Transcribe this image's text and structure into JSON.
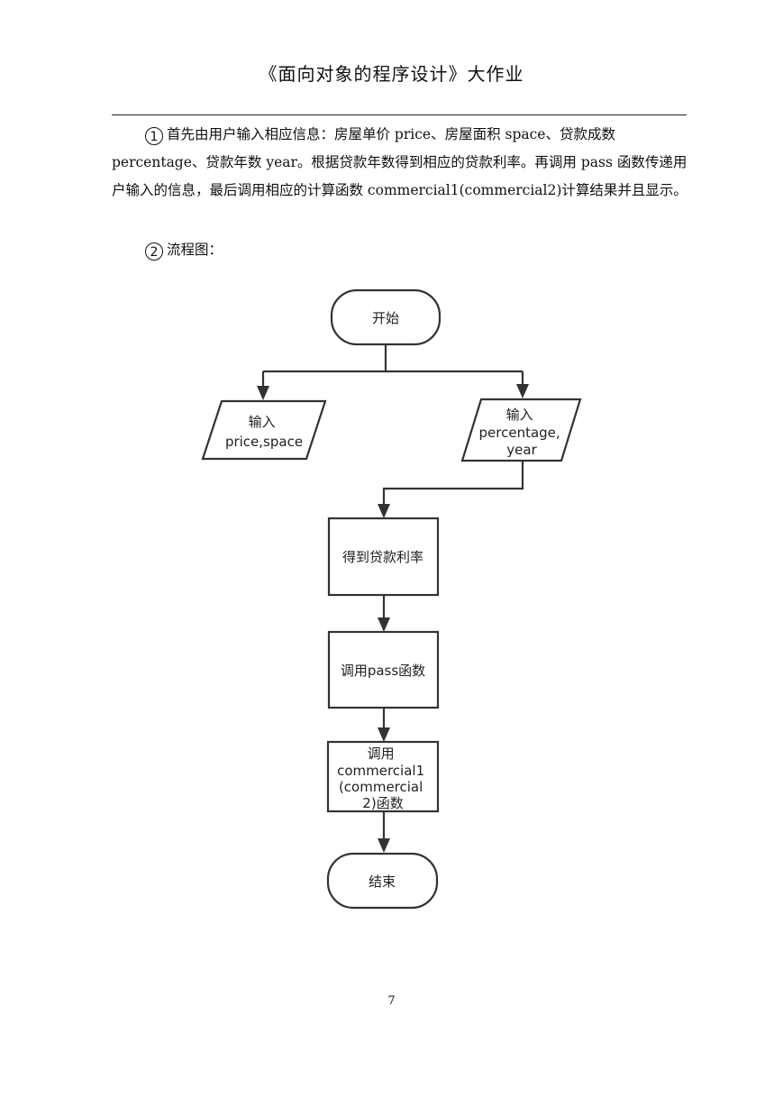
{
  "header": {
    "title": "《面向对象的程序设计》大作业"
  },
  "body": {
    "p1_marker": "1",
    "p1_text": "首先由用户输入相应信息：房屋单价 price、房屋面积 space、贷款成数 percentage、贷款年数 year。根据贷款年数得到相应的贷款利率。再调用 pass 函数传递用户输入的信息，最后调用相应的计算函数 commercial1(commercial2)计算结果并且显示。",
    "p2_marker": "2",
    "p2_text": "流程图："
  },
  "flowchart": {
    "start": "开始",
    "input_left": [
      "输入",
      "price,space"
    ],
    "input_right": [
      "输入",
      "percentage,",
      "year"
    ],
    "step_rate": "得到贷款利率",
    "step_pass": "调用pass函数",
    "step_commercial": [
      "调用",
      "commercial1",
      "(commercial",
      "2)函数"
    ],
    "end": "结束"
  },
  "footer": {
    "page_number": "7"
  }
}
